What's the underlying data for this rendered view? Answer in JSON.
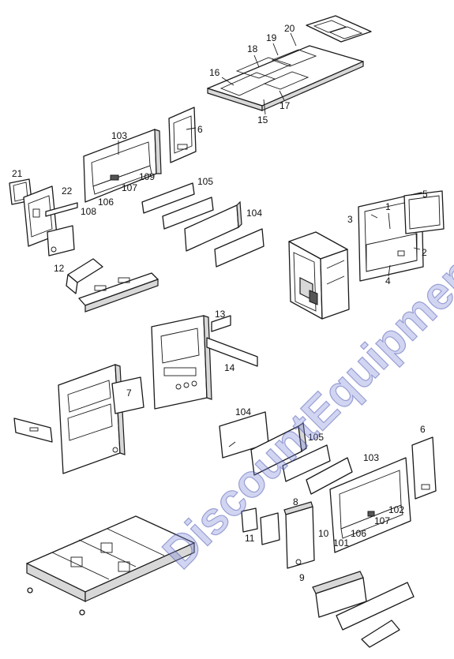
{
  "watermark": {
    "text": "DiscountEquipment.com",
    "color": "#6a75d0"
  },
  "callouts": {
    "c21": "21",
    "c22": "22",
    "c12": "12",
    "c103a": "103",
    "c6a": "6",
    "c108": "108",
    "c106a": "106",
    "c107a": "107",
    "c109": "109",
    "c105a": "105",
    "c104a": "104",
    "c16": "16",
    "c18": "18",
    "c19": "19",
    "c20": "20",
    "c15": "15",
    "c17": "17",
    "c5": "5",
    "c3": "3",
    "c1": "1",
    "c2": "2",
    "c4": "4",
    "c13": "13",
    "c14": "14",
    "c7": "7",
    "c104b": "104",
    "c105b": "105",
    "c103b": "103",
    "c6b": "6",
    "c102": "102",
    "c107b": "107",
    "c106b": "106",
    "c101": "101",
    "c8": "8",
    "c10": "10",
    "c11": "11",
    "c9": "9"
  }
}
